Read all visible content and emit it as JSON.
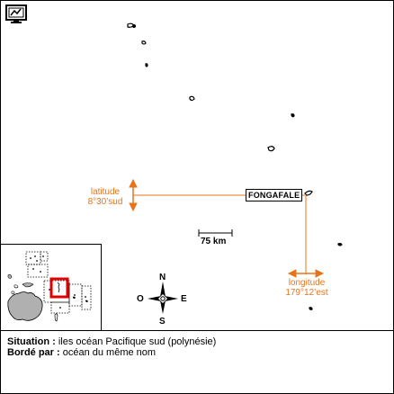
{
  "map": {
    "capital": "FONGAFALE",
    "scale": "75 km",
    "latitude": {
      "label": "latitude",
      "value": "8°30’sud"
    },
    "longitude": {
      "label": "longitude",
      "value": "179°12’est"
    },
    "compass": {
      "north": "N",
      "south": "S",
      "east": "E",
      "west": "O"
    }
  },
  "icons": {
    "toolbar": "map-monitor-icon"
  },
  "colors": {
    "annotation": "#e8741a",
    "inset_highlight": "#e00000",
    "land_inset": "#b0b0b0"
  },
  "info": {
    "situation_label": "Situation :",
    "situation_value": " iles océan Pacifique sud (polynésie)",
    "border_label": "Bordé par :",
    "border_value": " océan du même nom"
  }
}
